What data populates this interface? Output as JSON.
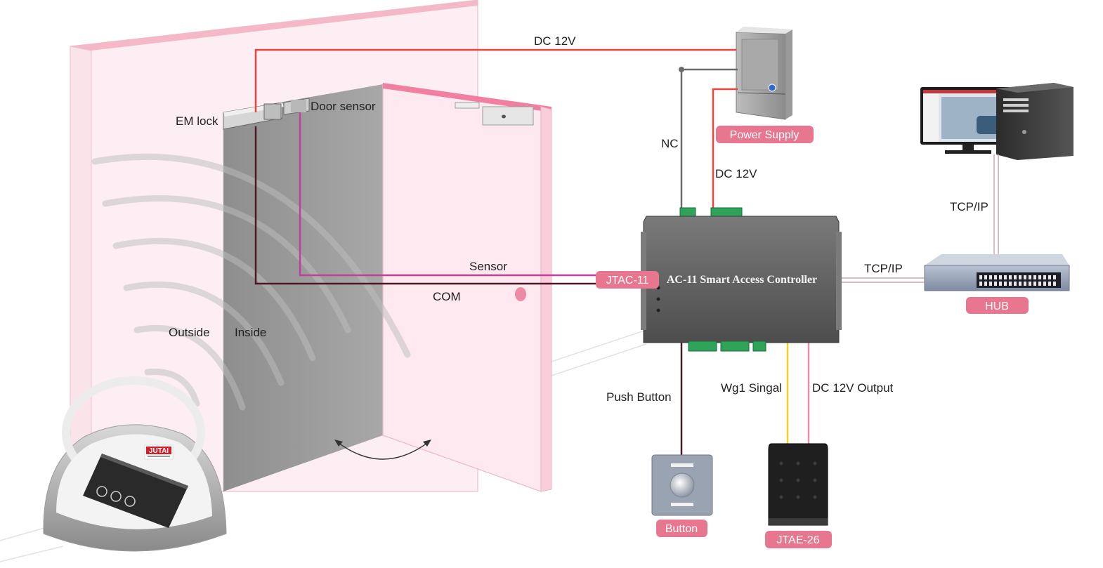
{
  "labels": {
    "dc12v_top": "DC 12V",
    "em_lock": "EM lock",
    "door_sensor": "Door sensor",
    "nc": "NC",
    "dc12v_mid": "DC 12V",
    "tcpip_pc": "TCP/IP",
    "tcpip_hub": "TCP/IP",
    "sensor": "Sensor",
    "com": "COM",
    "outside": "Outside",
    "inside": "Inside",
    "push_button": "Push Button",
    "wg1_signal": "Wg1 Singal",
    "dc12v_output": "DC 12V Output"
  },
  "tags": {
    "power_supply": "Power Supply",
    "jtac11": "JTAC-11",
    "hub": "HUB",
    "button": "Button",
    "jtae26": "JTAE-26"
  },
  "controller": {
    "title": "AC-11 Smart Access Controller"
  },
  "brand": {
    "logo": "JUTAI"
  },
  "colors": {
    "wire_dc": "#e8463c",
    "wire_nc": "#6b6b6b",
    "wire_sensor": "#c2409a",
    "wire_com": "#4a1a24",
    "wire_wg": "#f5d21e",
    "wire_out": "#f08cb0",
    "tag_pink": "#e9768f"
  }
}
